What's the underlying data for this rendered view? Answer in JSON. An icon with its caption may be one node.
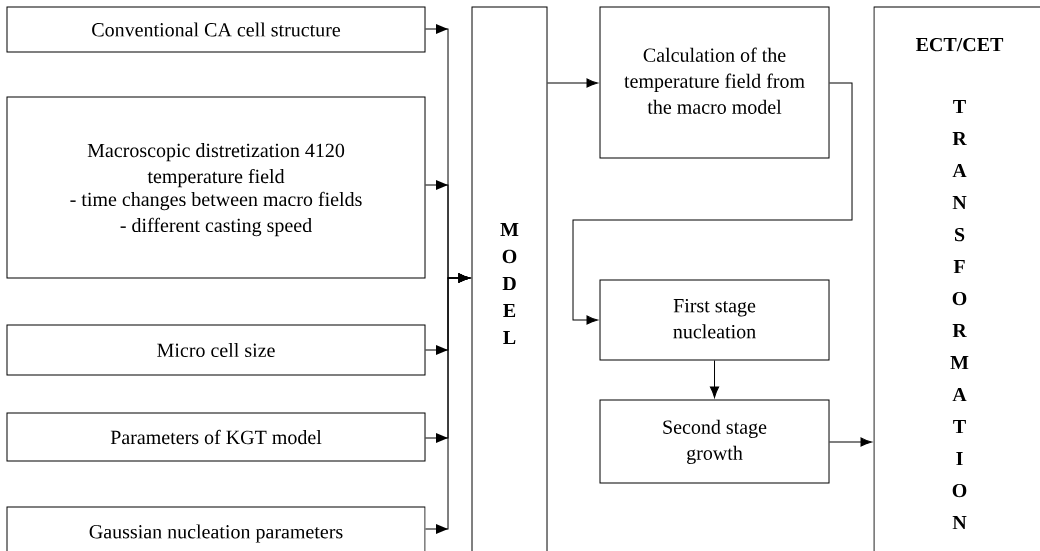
{
  "diagram": {
    "nodes": [
      {
        "text": [
          "Conventional CA cell structure"
        ]
      },
      {
        "text": [
          "Macroscopic distretization 4120 temperature field",
          "- time changes between macro fields",
          "- different casting speed"
        ]
      },
      {
        "text": [
          "Micro cell size"
        ]
      },
      {
        "text": [
          "Parameters of KGT model"
        ]
      },
      {
        "text": [
          "Gaussian nucleation parameters"
        ]
      },
      {
        "text": [
          "MODEL"
        ]
      },
      {
        "text": [
          "Calculation of the temperature field from the macro model"
        ]
      },
      {
        "text": [
          "First stage nucleation"
        ]
      },
      {
        "text": [
          "Second stage growth"
        ]
      },
      {
        "text": [
          "ECT/CET",
          "TRANSFORMATION"
        ]
      }
    ],
    "edges": [
      {
        "from": 0,
        "to": 5,
        "arrow": "to"
      },
      {
        "from": 1,
        "to": 5,
        "arrow": "to"
      },
      {
        "from": 2,
        "to": 5,
        "arrow": "to"
      },
      {
        "from": 3,
        "to": 5,
        "arrow": "to"
      },
      {
        "from": 4,
        "to": 5,
        "arrow": "to"
      },
      {
        "from": 5,
        "to": 6,
        "arrow": "to"
      },
      {
        "from": 6,
        "to": 7,
        "arrow": "to"
      },
      {
        "from": 7,
        "to": 8,
        "arrow": "to"
      },
      {
        "from": 8,
        "to": 9,
        "arrow": "to"
      }
    ]
  }
}
